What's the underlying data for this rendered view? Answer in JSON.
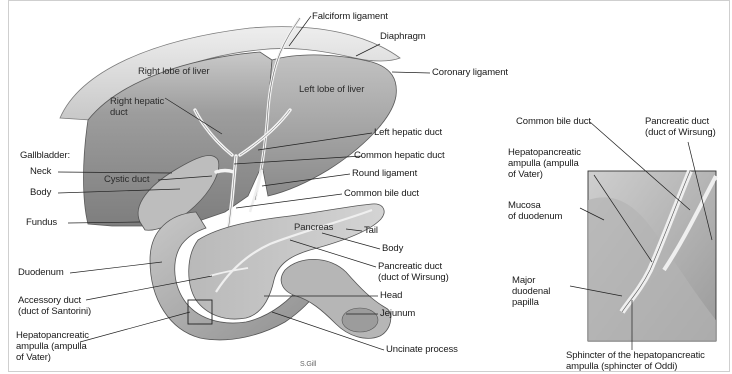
{
  "main_figure": {
    "labels": {
      "falciform_ligament": "Falciform ligament",
      "diaphragm": "Diaphragm",
      "coronary_ligament": "Coronary ligament",
      "right_lobe": "Right lobe of liver",
      "left_lobe": "Left lobe of liver",
      "right_hepatic_duct": [
        "Right hepatic",
        "duct"
      ],
      "left_hepatic_duct": "Left hepatic duct",
      "common_hepatic_duct": "Common hepatic duct",
      "round_ligament": "Round ligament",
      "common_bile_duct": "Common bile duct",
      "gallbladder": "Gallbladder:",
      "neck": "Neck",
      "cystic_duct": "Cystic duct",
      "body_gallbladder": "Body",
      "fundus": "Fundus",
      "pancreas": "Pancreas",
      "tail": "Tail",
      "body_pancreas": "Body",
      "pancreatic_duct": [
        "Pancreatic duct",
        "(duct of Wirsung)"
      ],
      "duodenum": "Duodenum",
      "accessory_duct": [
        "Accessory duct",
        "(duct of Santorini)"
      ],
      "head": "Head",
      "jejunum": "Jejunum",
      "hepatopancreatic_ampulla": [
        "Hepatopancreatic",
        "ampulla (ampulla",
        "of Vater)"
      ],
      "uncinate_process": "Uncinate process",
      "signature": "S.Gill"
    }
  },
  "inset_figure": {
    "labels": {
      "common_bile_duct": "Common bile duct",
      "pancreatic_duct": [
        "Pancreatic duct",
        "(duct of Wirsung)"
      ],
      "hepatopancreatic_ampulla": [
        "Hepatopancreatic",
        "ampulla (ampulla",
        "of Vater)"
      ],
      "mucosa": [
        "Mucosa",
        "of duodenum"
      ],
      "major_papilla": [
        "Major",
        "duodenal",
        "papilla"
      ],
      "sphincter": [
        "Sphincter of the hepatopancreatic",
        "ampulla (sphincter of Oddi)"
      ]
    }
  },
  "colors": {
    "liver": "#9a9a9a",
    "liver_light": "#cfcfcf",
    "diaphragm": "#d7d7d7",
    "gallbladder": "#bdbdbd",
    "pancreas": "#c4c4c4",
    "duodenum": "#b3b3b3",
    "duct": "#ededed",
    "leader": "#222222"
  }
}
